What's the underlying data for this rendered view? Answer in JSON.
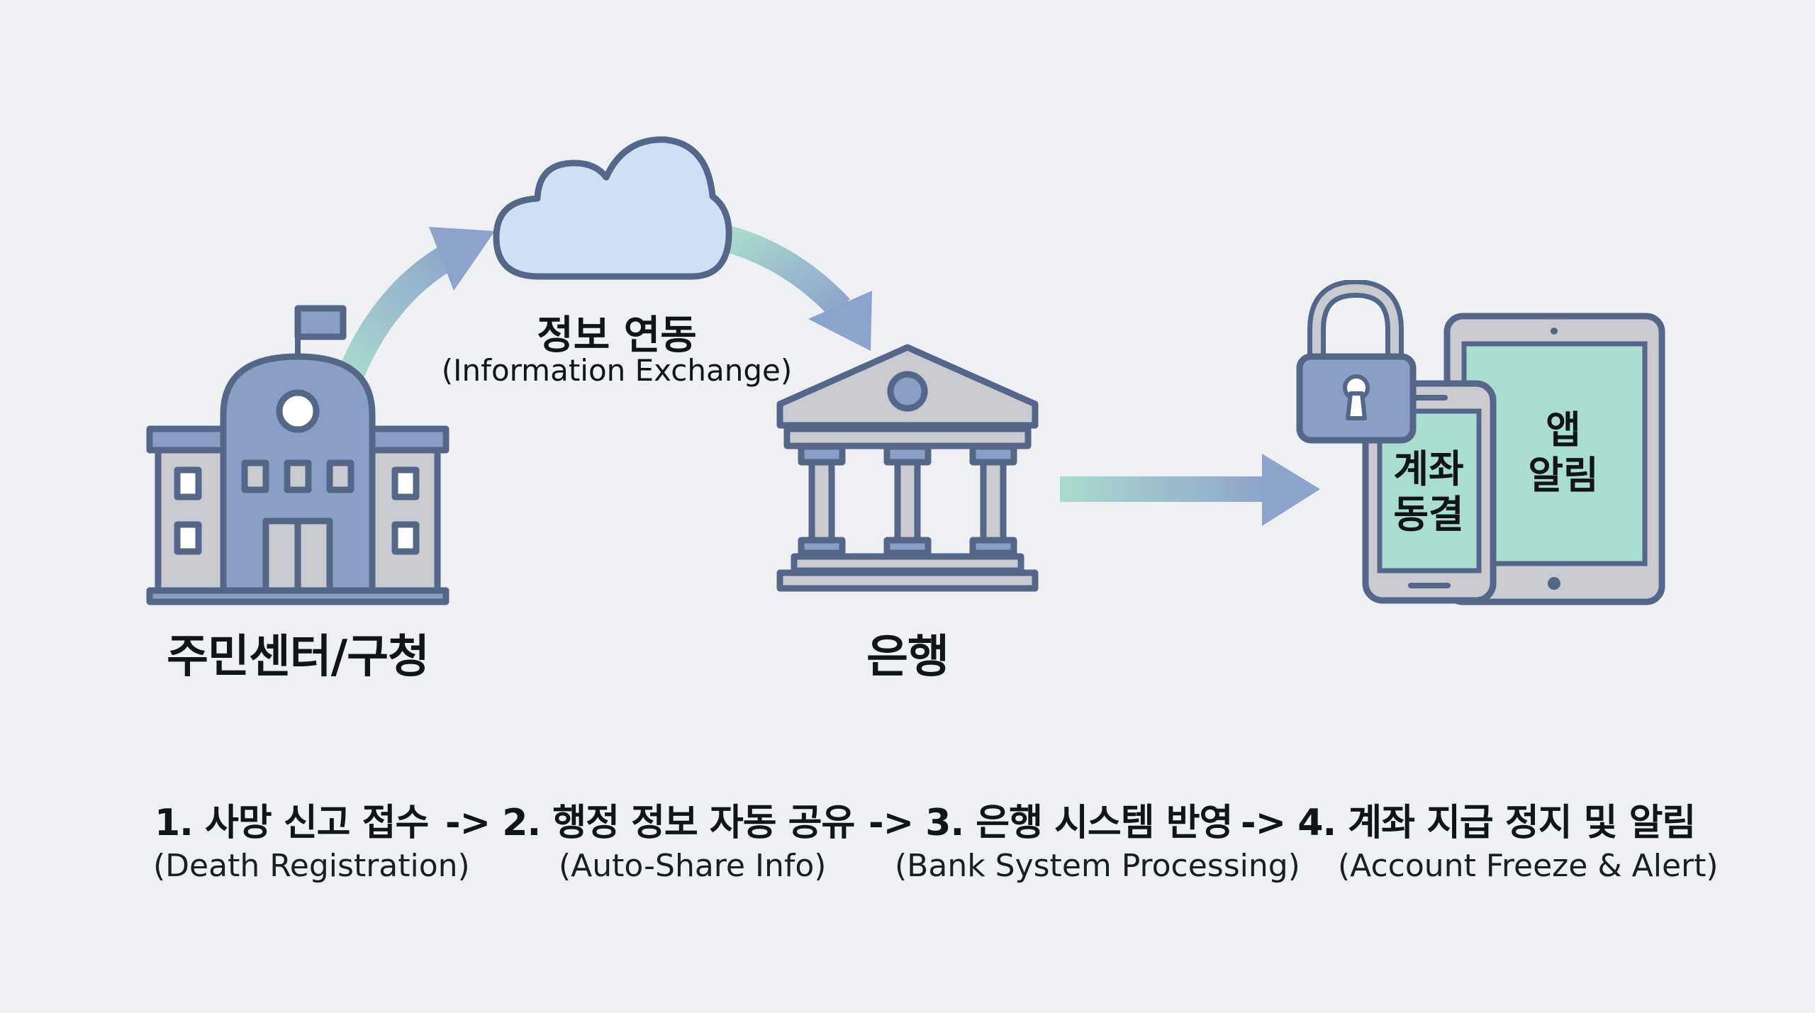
{
  "diagram": {
    "nodes": {
      "center": {
        "label": "주민센터/구청",
        "icon": "government-building-icon"
      },
      "sync": {
        "title": "정보 연동",
        "subtitle": "(Information Exchange)",
        "icon": "cloud-icon"
      },
      "bank": {
        "label": "은행",
        "icon": "bank-icon"
      },
      "devices": {
        "icons": [
          "padlock-icon",
          "smartphone-icon",
          "tablet-icon"
        ],
        "phone_text": "계좌\n동결",
        "tablet_text": "앱\n알림"
      }
    },
    "steps": {
      "main": [
        "1. 사망 신고 접수",
        "-> 2. 행정 정보 자동 공유",
        "-> 3. 은행 시스템 반영",
        "-> 4. 계좌 지급 정지 및 알림"
      ],
      "sub": [
        "(Death Registration)",
        "(Auto-Share Info)",
        "(Bank System Processing)",
        "(Account Freeze & Alert)"
      ]
    },
    "colors": {
      "background": "#eff0f4",
      "icon_fill": "#8a9ec6",
      "icon_stroke": "#566689",
      "icon_light": "#c9cbd0",
      "cloud_fill": "#cfe0f2",
      "screen_fill": "#a8ddd0",
      "arrow_start": "#a9dccd",
      "arrow_end": "#8ea3cc"
    }
  }
}
